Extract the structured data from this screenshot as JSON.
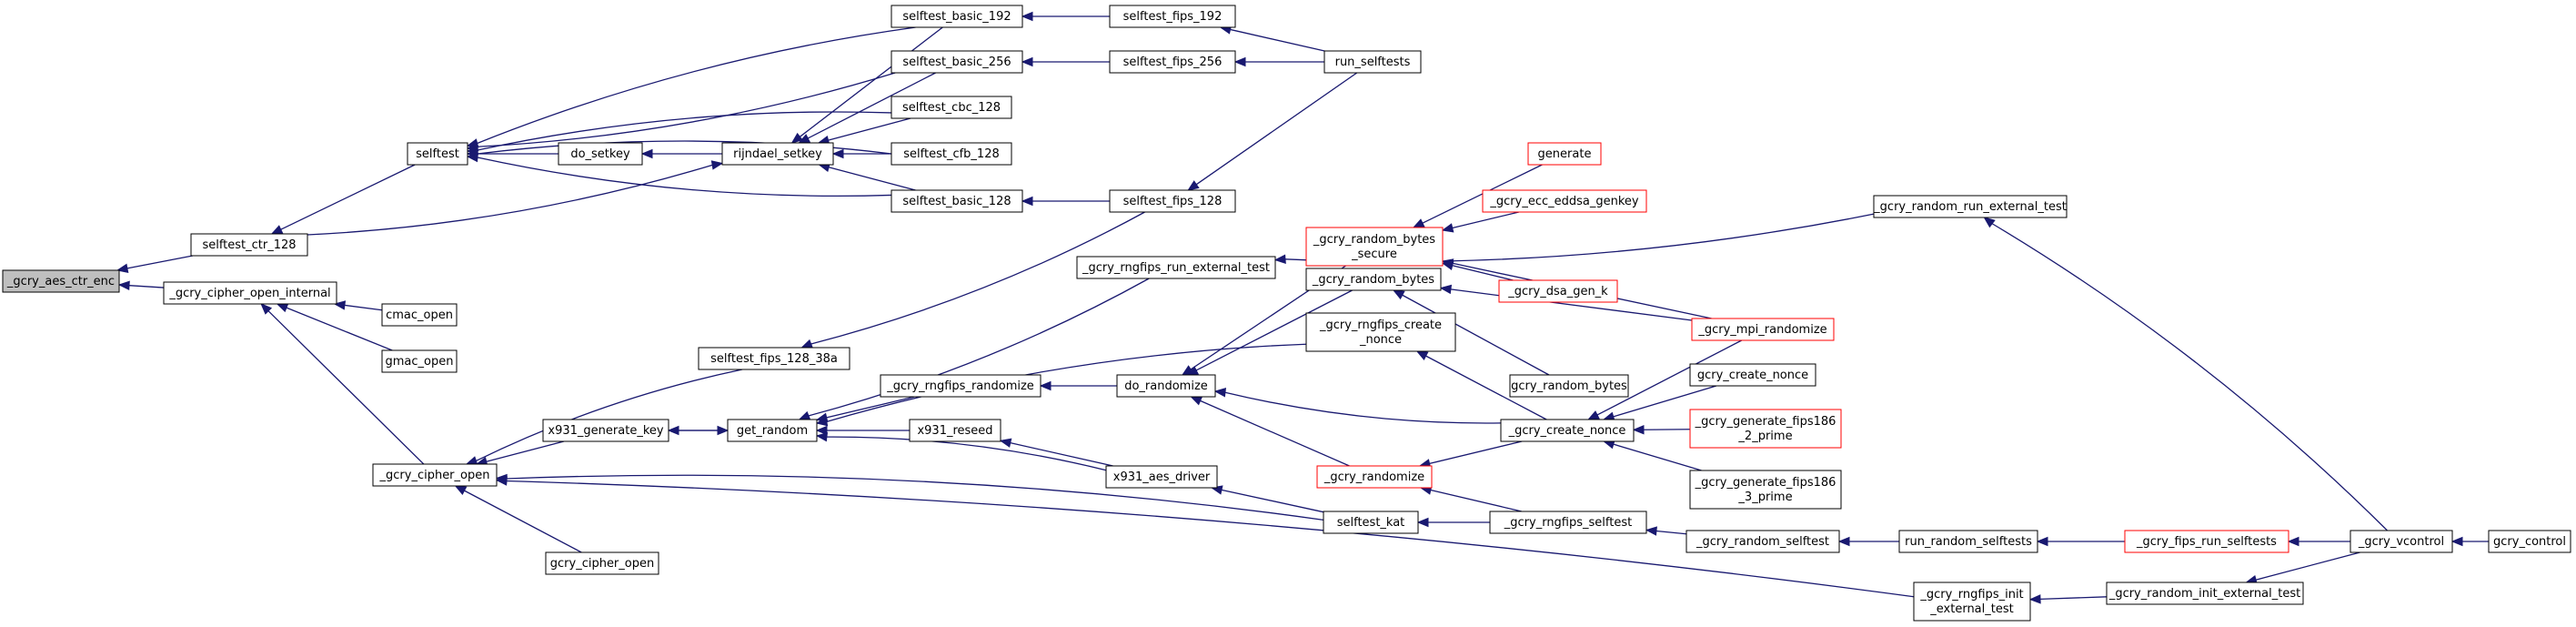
{
  "diagram": {
    "colors": {
      "edge": "#191970",
      "node_border": "#000000",
      "truncated_border": "#ff0000",
      "root_fill": "#bfbfbf"
    },
    "nodes": [
      {
        "id": "n_root",
        "lines": [
          "_gcry_aes_ctr_enc"
        ],
        "style": "root"
      },
      {
        "id": "n_selftest_ctr_128",
        "lines": [
          "selftest_ctr_128"
        ],
        "style": "normal"
      },
      {
        "id": "n_cipher_open_internal",
        "lines": [
          "_gcry_cipher_open_internal"
        ],
        "style": "normal"
      },
      {
        "id": "n_selftest",
        "lines": [
          "selftest"
        ],
        "style": "normal"
      },
      {
        "id": "n_do_setkey",
        "lines": [
          "do_setkey"
        ],
        "style": "normal"
      },
      {
        "id": "n_rijndael_setkey",
        "lines": [
          "rijndael_setkey"
        ],
        "style": "normal"
      },
      {
        "id": "n_selftest_basic_192",
        "lines": [
          "selftest_basic_192"
        ],
        "style": "normal"
      },
      {
        "id": "n_selftest_basic_256",
        "lines": [
          "selftest_basic_256"
        ],
        "style": "normal"
      },
      {
        "id": "n_selftest_cbc_128",
        "lines": [
          "selftest_cbc_128"
        ],
        "style": "normal"
      },
      {
        "id": "n_selftest_cfb_128",
        "lines": [
          "selftest_cfb_128"
        ],
        "style": "normal"
      },
      {
        "id": "n_selftest_basic_128",
        "lines": [
          "selftest_basic_128"
        ],
        "style": "normal"
      },
      {
        "id": "n_selftest_fips_192",
        "lines": [
          "selftest_fips_192"
        ],
        "style": "normal"
      },
      {
        "id": "n_selftest_fips_256",
        "lines": [
          "selftest_fips_256"
        ],
        "style": "normal"
      },
      {
        "id": "n_selftest_fips_128",
        "lines": [
          "selftest_fips_128"
        ],
        "style": "normal"
      },
      {
        "id": "n_run_selftests",
        "lines": [
          "run_selftests"
        ],
        "style": "normal"
      },
      {
        "id": "n_cmac_open",
        "lines": [
          "cmac_open"
        ],
        "style": "normal"
      },
      {
        "id": "n_gmac_open",
        "lines": [
          "gmac_open"
        ],
        "style": "normal"
      },
      {
        "id": "n_gcry_cipher_open_u",
        "lines": [
          "_gcry_cipher_open"
        ],
        "style": "normal"
      },
      {
        "id": "n_gcry_cipher_open",
        "lines": [
          "gcry_cipher_open"
        ],
        "style": "normal"
      },
      {
        "id": "n_selftest_fips_128_38a",
        "lines": [
          "selftest_fips_128_38a"
        ],
        "style": "normal"
      },
      {
        "id": "n_x931_generate_key",
        "lines": [
          "x931_generate_key"
        ],
        "style": "normal"
      },
      {
        "id": "n_get_random",
        "lines": [
          "get_random"
        ],
        "style": "normal"
      },
      {
        "id": "n_x931_reseed",
        "lines": [
          "x931_reseed"
        ],
        "style": "normal"
      },
      {
        "id": "n_x931_aes_driver",
        "lines": [
          "x931_aes_driver"
        ],
        "style": "normal"
      },
      {
        "id": "n_selftest_kat",
        "lines": [
          "selftest_kat"
        ],
        "style": "normal"
      },
      {
        "id": "n_mgfips_randomize",
        "lines": [
          "_gcry_rngfips_randomize"
        ],
        "style": "normal"
      },
      {
        "id": "n_mgfips_run_external_test",
        "lines": [
          "_gcry_rngfips_run_external_test"
        ],
        "style": "normal"
      },
      {
        "id": "n_do_randomize",
        "lines": [
          "do_randomize"
        ],
        "style": "normal"
      },
      {
        "id": "n_random_bytes_secure",
        "lines": [
          "_gcry_random_bytes",
          "_secure"
        ],
        "style": "red"
      },
      {
        "id": "n_generate",
        "lines": [
          "generate"
        ],
        "style": "red"
      },
      {
        "id": "n_ecc_eddsa_genkey",
        "lines": [
          "_gcry_ecc_eddsa_genkey"
        ],
        "style": "red"
      },
      {
        "id": "n_dsa_gen_k",
        "lines": [
          "_gcry_dsa_gen_k"
        ],
        "style": "red"
      },
      {
        "id": "n_random_bytes_u",
        "lines": [
          "_gcry_random_bytes"
        ],
        "style": "normal"
      },
      {
        "id": "n_random_bytes",
        "lines": [
          "gcry_random_bytes"
        ],
        "style": "normal"
      },
      {
        "id": "n_mgfips_create_nonce",
        "lines": [
          "_gcry_rngfips_create",
          "_nonce"
        ],
        "style": "normal"
      },
      {
        "id": "n_randomize",
        "lines": [
          "_gcry_randomize"
        ],
        "style": "red"
      },
      {
        "id": "n_create_nonce_u",
        "lines": [
          "_gcry_create_nonce"
        ],
        "style": "normal"
      },
      {
        "id": "n_mgfips_selftest",
        "lines": [
          "_gcry_rngfips_selftest"
        ],
        "style": "normal"
      },
      {
        "id": "n_mpi_randomize",
        "lines": [
          "_gcry_mpi_randomize"
        ],
        "style": "red"
      },
      {
        "id": "n_create_nonce",
        "lines": [
          "gcry_create_nonce"
        ],
        "style": "normal"
      },
      {
        "id": "n_generate_fips186_2_prime",
        "lines": [
          "_gcry_generate_fips186",
          "_2_prime"
        ],
        "style": "red"
      },
      {
        "id": "n_generate_fips186_3_prime",
        "lines": [
          "_gcry_generate_fips186",
          "_3_prime"
        ],
        "style": "normal"
      },
      {
        "id": "n_random_selftest",
        "lines": [
          "_gcry_random_selftest"
        ],
        "style": "normal"
      },
      {
        "id": "n_run_random_selftests",
        "lines": [
          "run_random_selftests"
        ],
        "style": "normal"
      },
      {
        "id": "n_fips_run_selftests",
        "lines": [
          "_gcry_fips_run_selftests"
        ],
        "style": "red"
      },
      {
        "id": "n_gcry_vcontrol",
        "lines": [
          "_gcry_vcontrol"
        ],
        "style": "normal"
      },
      {
        "id": "n_gcry_control",
        "lines": [
          "gcry_control"
        ],
        "style": "normal"
      },
      {
        "id": "n_random_run_external_test",
        "lines": [
          "_gcry_random_run_external_test"
        ],
        "style": "normal"
      },
      {
        "id": "n_mgfips_init_external_test",
        "lines": [
          "_gcry_rngfips_init",
          "_external_test"
        ],
        "style": "normal"
      },
      {
        "id": "n_random_init_external_test",
        "lines": [
          "_gcry_random_init_external_test"
        ],
        "style": "normal"
      }
    ],
    "edges": [
      [
        "n_root",
        "n_selftest_ctr_128"
      ],
      [
        "n_root",
        "n_cipher_open_internal"
      ],
      [
        "n_selftest_ctr_128",
        "n_selftest"
      ],
      [
        "n_selftest",
        "n_selftest_basic_192"
      ],
      [
        "n_selftest",
        "n_selftest_basic_256"
      ],
      [
        "n_selftest",
        "n_selftest_cbc_128"
      ],
      [
        "n_selftest",
        "n_do_setkey"
      ],
      [
        "n_selftest",
        "n_selftest_cfb_128"
      ],
      [
        "n_selftest",
        "n_selftest_basic_128"
      ],
      [
        "n_rijndael_setkey",
        "n_selftest_ctr_128"
      ],
      [
        "n_do_setkey",
        "n_rijndael_setkey"
      ],
      [
        "n_rijndael_setkey",
        "n_selftest_basic_192"
      ],
      [
        "n_rijndael_setkey",
        "n_selftest_basic_256"
      ],
      [
        "n_rijndael_setkey",
        "n_selftest_cbc_128"
      ],
      [
        "n_rijndael_setkey",
        "n_selftest_cfb_128"
      ],
      [
        "n_rijndael_setkey",
        "n_selftest_basic_128"
      ],
      [
        "n_selftest_basic_192",
        "n_selftest_fips_192"
      ],
      [
        "n_selftest_basic_256",
        "n_selftest_fips_256"
      ],
      [
        "n_selftest_basic_128",
        "n_selftest_fips_128"
      ],
      [
        "n_selftest_fips_192",
        "n_run_selftests"
      ],
      [
        "n_selftest_fips_256",
        "n_run_selftests"
      ],
      [
        "n_selftest_fips_128",
        "n_run_selftests"
      ],
      [
        "n_cipher_open_internal",
        "n_cmac_open"
      ],
      [
        "n_cipher_open_internal",
        "n_gmac_open"
      ],
      [
        "n_cipher_open_internal",
        "n_gcry_cipher_open_u"
      ],
      [
        "n_gcry_cipher_open_u",
        "n_selftest_fips_128_38a"
      ],
      [
        "n_gcry_cipher_open_u",
        "n_x931_generate_key"
      ],
      [
        "n_gcry_cipher_open_u",
        "n_selftest_kat"
      ],
      [
        "n_gcry_cipher_open_u",
        "n_gcry_cipher_open"
      ],
      [
        "n_gcry_cipher_open_u",
        "n_mgfips_init_external_test"
      ],
      [
        "n_selftest_fips_128_38a",
        "n_selftest_fips_128"
      ],
      [
        "n_x931_generate_key",
        "n_get_random"
      ],
      [
        "n_get_random",
        "n_x931_generate_key"
      ],
      [
        "n_get_random",
        "n_mgfips_randomize"
      ],
      [
        "n_get_random",
        "n_mgfips_run_external_test"
      ],
      [
        "n_get_random",
        "n_mgfips_create_nonce"
      ],
      [
        "n_get_random",
        "n_x931_reseed"
      ],
      [
        "n_get_random",
        "n_x931_aes_driver"
      ],
      [
        "n_x931_reseed",
        "n_x931_aes_driver"
      ],
      [
        "n_x931_aes_driver",
        "n_selftest_kat"
      ],
      [
        "n_mgfips_randomize",
        "n_do_randomize"
      ],
      [
        "n_do_randomize",
        "n_random_bytes_secure"
      ],
      [
        "n_do_randomize",
        "n_random_bytes_u"
      ],
      [
        "n_do_randomize",
        "n_randomize"
      ],
      [
        "n_do_randomize",
        "n_create_nonce_u"
      ],
      [
        "n_random_bytes_secure",
        "n_generate"
      ],
      [
        "n_random_bytes_secure",
        "n_ecc_eddsa_genkey"
      ],
      [
        "n_random_bytes_secure",
        "n_dsa_gen_k"
      ],
      [
        "n_random_bytes_secure",
        "n_mpi_randomize"
      ],
      [
        "n_random_bytes_u",
        "n_random_bytes"
      ],
      [
        "n_random_bytes_u",
        "n_mpi_randomize"
      ],
      [
        "n_mgfips_create_nonce",
        "n_create_nonce_u"
      ],
      [
        "n_randomize",
        "n_create_nonce_u"
      ],
      [
        "n_randomize",
        "n_mgfips_selftest"
      ],
      [
        "n_create_nonce_u",
        "n_mpi_randomize"
      ],
      [
        "n_create_nonce_u",
        "n_create_nonce"
      ],
      [
        "n_create_nonce_u",
        "n_generate_fips186_2_prime"
      ],
      [
        "n_create_nonce_u",
        "n_generate_fips186_3_prime"
      ],
      [
        "n_selftest_kat",
        "n_mgfips_selftest"
      ],
      [
        "n_mgfips_selftest",
        "n_random_selftest"
      ],
      [
        "n_random_selftest",
        "n_run_random_selftests"
      ],
      [
        "n_run_random_selftests",
        "n_fips_run_selftests"
      ],
      [
        "n_fips_run_selftests",
        "n_gcry_vcontrol"
      ],
      [
        "n_gcry_vcontrol",
        "n_gcry_control"
      ],
      [
        "n_mgfips_run_external_test",
        "n_random_run_external_test"
      ],
      [
        "n_random_run_external_test",
        "n_gcry_vcontrol"
      ],
      [
        "n_mgfips_init_external_test",
        "n_random_init_external_test"
      ],
      [
        "n_random_init_external_test",
        "n_gcry_vcontrol"
      ]
    ]
  }
}
